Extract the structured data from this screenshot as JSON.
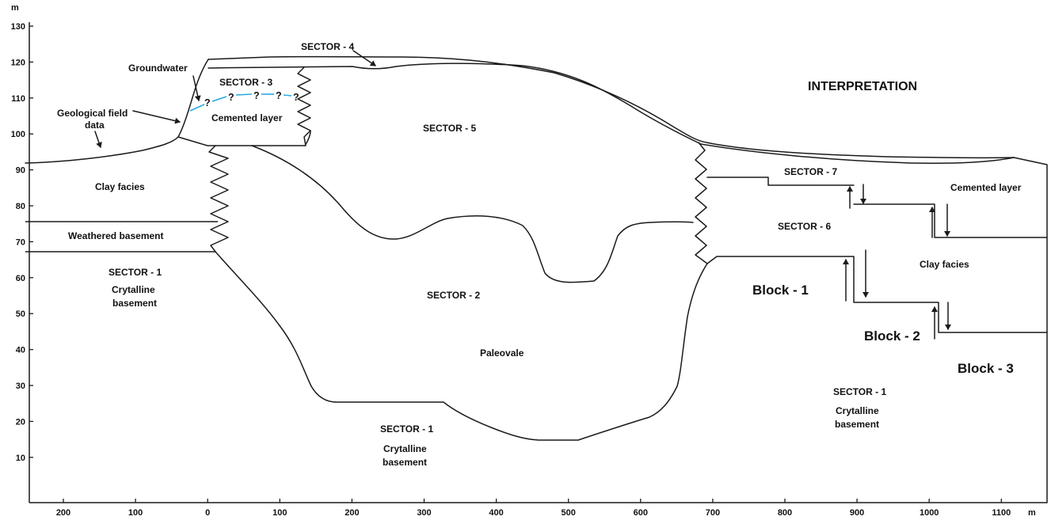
{
  "axes": {
    "y_unit": "m",
    "x_unit": "m",
    "y_ticks": [
      "130",
      "120",
      "110",
      "100",
      "90",
      "80",
      "70",
      "60",
      "50",
      "40",
      "30",
      "20",
      "10"
    ],
    "x_ticks": [
      "200",
      "100",
      "0",
      "100",
      "200",
      "300",
      "400",
      "500",
      "600",
      "700",
      "800",
      "900",
      "1000",
      "1100"
    ]
  },
  "labels": {
    "interpretation": "INTERPRETATION",
    "sector4": "SECTOR - 4",
    "groundwater": "Groundwater",
    "sector3": "SECTOR - 3",
    "cemented_left": "Cemented layer",
    "geological_field_line1": "Geological field",
    "geological_field_line2": "data",
    "question_mark": "?",
    "sector5": "SECTOR - 5",
    "clay_facies_left": "Clay facies",
    "weathered_basement": "Weathered basement",
    "sector1_left": "SECTOR - 1",
    "crytalline_left_1": "Crytalline",
    "crytalline_left_2": "basement",
    "sector2": "SECTOR - 2",
    "paleovale": "Paleovale",
    "sector1_mid": "SECTOR - 1",
    "crytalline_mid_1": "Crytalline",
    "crytalline_mid_2": "basement",
    "sector7": "SECTOR - 7",
    "cemented_right": "Cemented layer",
    "sector6": "SECTOR - 6",
    "clay_facies_right": "Clay facies",
    "block1": "Block - 1",
    "block2": "Block - 2",
    "block3": "Block - 3",
    "sector1_right": "SECTOR - 1",
    "crytalline_right_1": "Crytalline",
    "crytalline_right_2": "basement"
  }
}
